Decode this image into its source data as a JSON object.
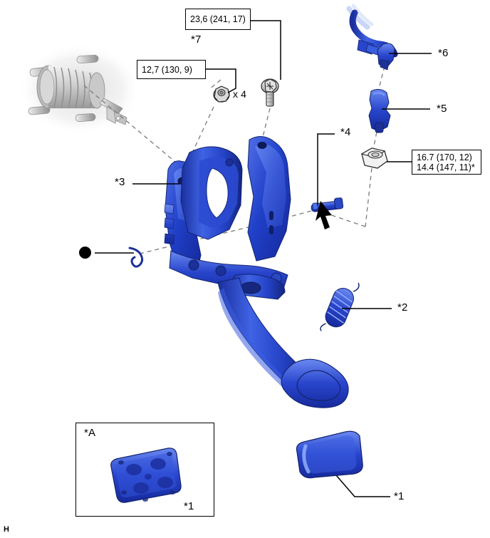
{
  "document": {
    "type": "exploded-parts-diagram",
    "subject": "Clutch / brake pedal assembly with torque specifications",
    "page_mark": "H",
    "background_color": "#ffffff",
    "part_color": "#1f3fc8",
    "line_color": "#000000"
  },
  "torque_boxes": [
    {
      "id": "torque-box-top",
      "lines": [
        "23,6 (241, 17)"
      ],
      "note_label": "*7"
    },
    {
      "id": "torque-box-left",
      "lines": [
        "12,7 (130, 9)"
      ],
      "quantity_label": "x 4"
    },
    {
      "id": "torque-box-right",
      "lines": [
        "16.7 (170, 12)",
        "14.4 (147, 11)*"
      ]
    }
  ],
  "callouts": [
    {
      "id": "callout-1-inset",
      "label": "*1"
    },
    {
      "id": "callout-1-main",
      "label": "*1"
    },
    {
      "id": "callout-2",
      "label": "*2"
    },
    {
      "id": "callout-3",
      "label": "*3"
    },
    {
      "id": "callout-4",
      "label": "*4"
    },
    {
      "id": "callout-5",
      "label": "*5"
    },
    {
      "id": "callout-6",
      "label": "*6"
    },
    {
      "id": "callout-7",
      "label": "*7"
    },
    {
      "id": "callout-A",
      "label": "*A"
    }
  ],
  "annotations": {
    "bullet_marker": "●",
    "quantity_x4": "x 4",
    "page_mark": "H"
  },
  "parts": [
    {
      "name": "steering-column-bellows",
      "style": "greyscale",
      "callout": null
    },
    {
      "name": "pedal-support-bracket",
      "style": "blue",
      "callout": "*3"
    },
    {
      "name": "pedal-arm-with-pad",
      "style": "blue",
      "callout": "*1"
    },
    {
      "name": "return-spring",
      "style": "blue",
      "callout": "*2"
    },
    {
      "name": "clevis-pin",
      "style": "blue",
      "callout": "*4"
    },
    {
      "name": "pedal-stopper-switch",
      "style": "blue",
      "callout": "*5"
    },
    {
      "name": "clutch-master-pushrod",
      "style": "blue",
      "callout": "*6"
    },
    {
      "name": "flange-bolt",
      "style": "greyscale",
      "callout": "*7"
    },
    {
      "name": "flange-nut",
      "style": "greyscale",
      "callout": null
    },
    {
      "name": "lock-nut",
      "style": "greyscale",
      "callout": null
    },
    {
      "name": "retaining-clip",
      "style": "blue",
      "callout": "●"
    },
    {
      "name": "pedal-pad-inset",
      "style": "blue",
      "callout": "*1"
    },
    {
      "name": "pedal-pad-alt",
      "style": "blue",
      "callout": "*1"
    }
  ]
}
